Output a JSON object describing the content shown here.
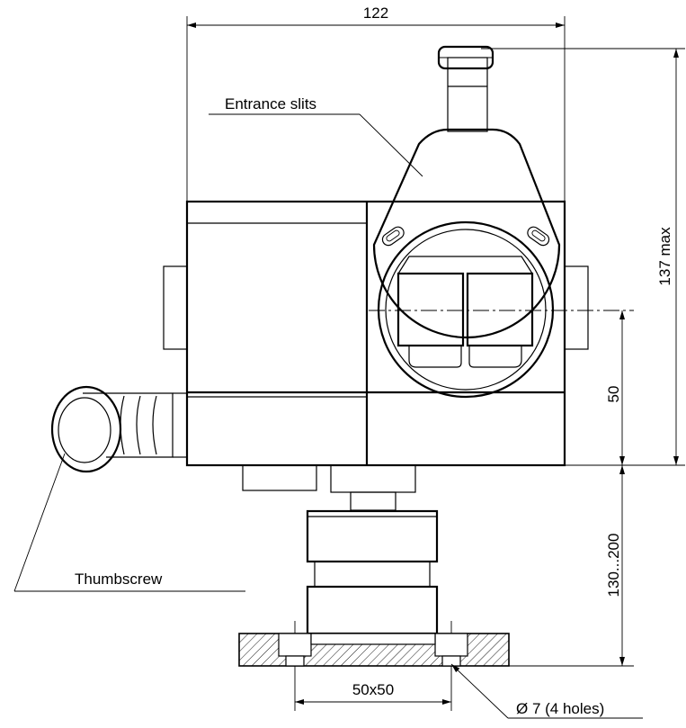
{
  "drawing": {
    "labels": {
      "entrance_slits": "Entrance slits",
      "thumbscrew": "Thumbscrew"
    },
    "dimensions": {
      "width": "122",
      "height_max": "137 max",
      "center_height": "50",
      "post_range": "130...200",
      "base_square": "50x50",
      "holes": "Ø 7 (4 holes)"
    }
  }
}
